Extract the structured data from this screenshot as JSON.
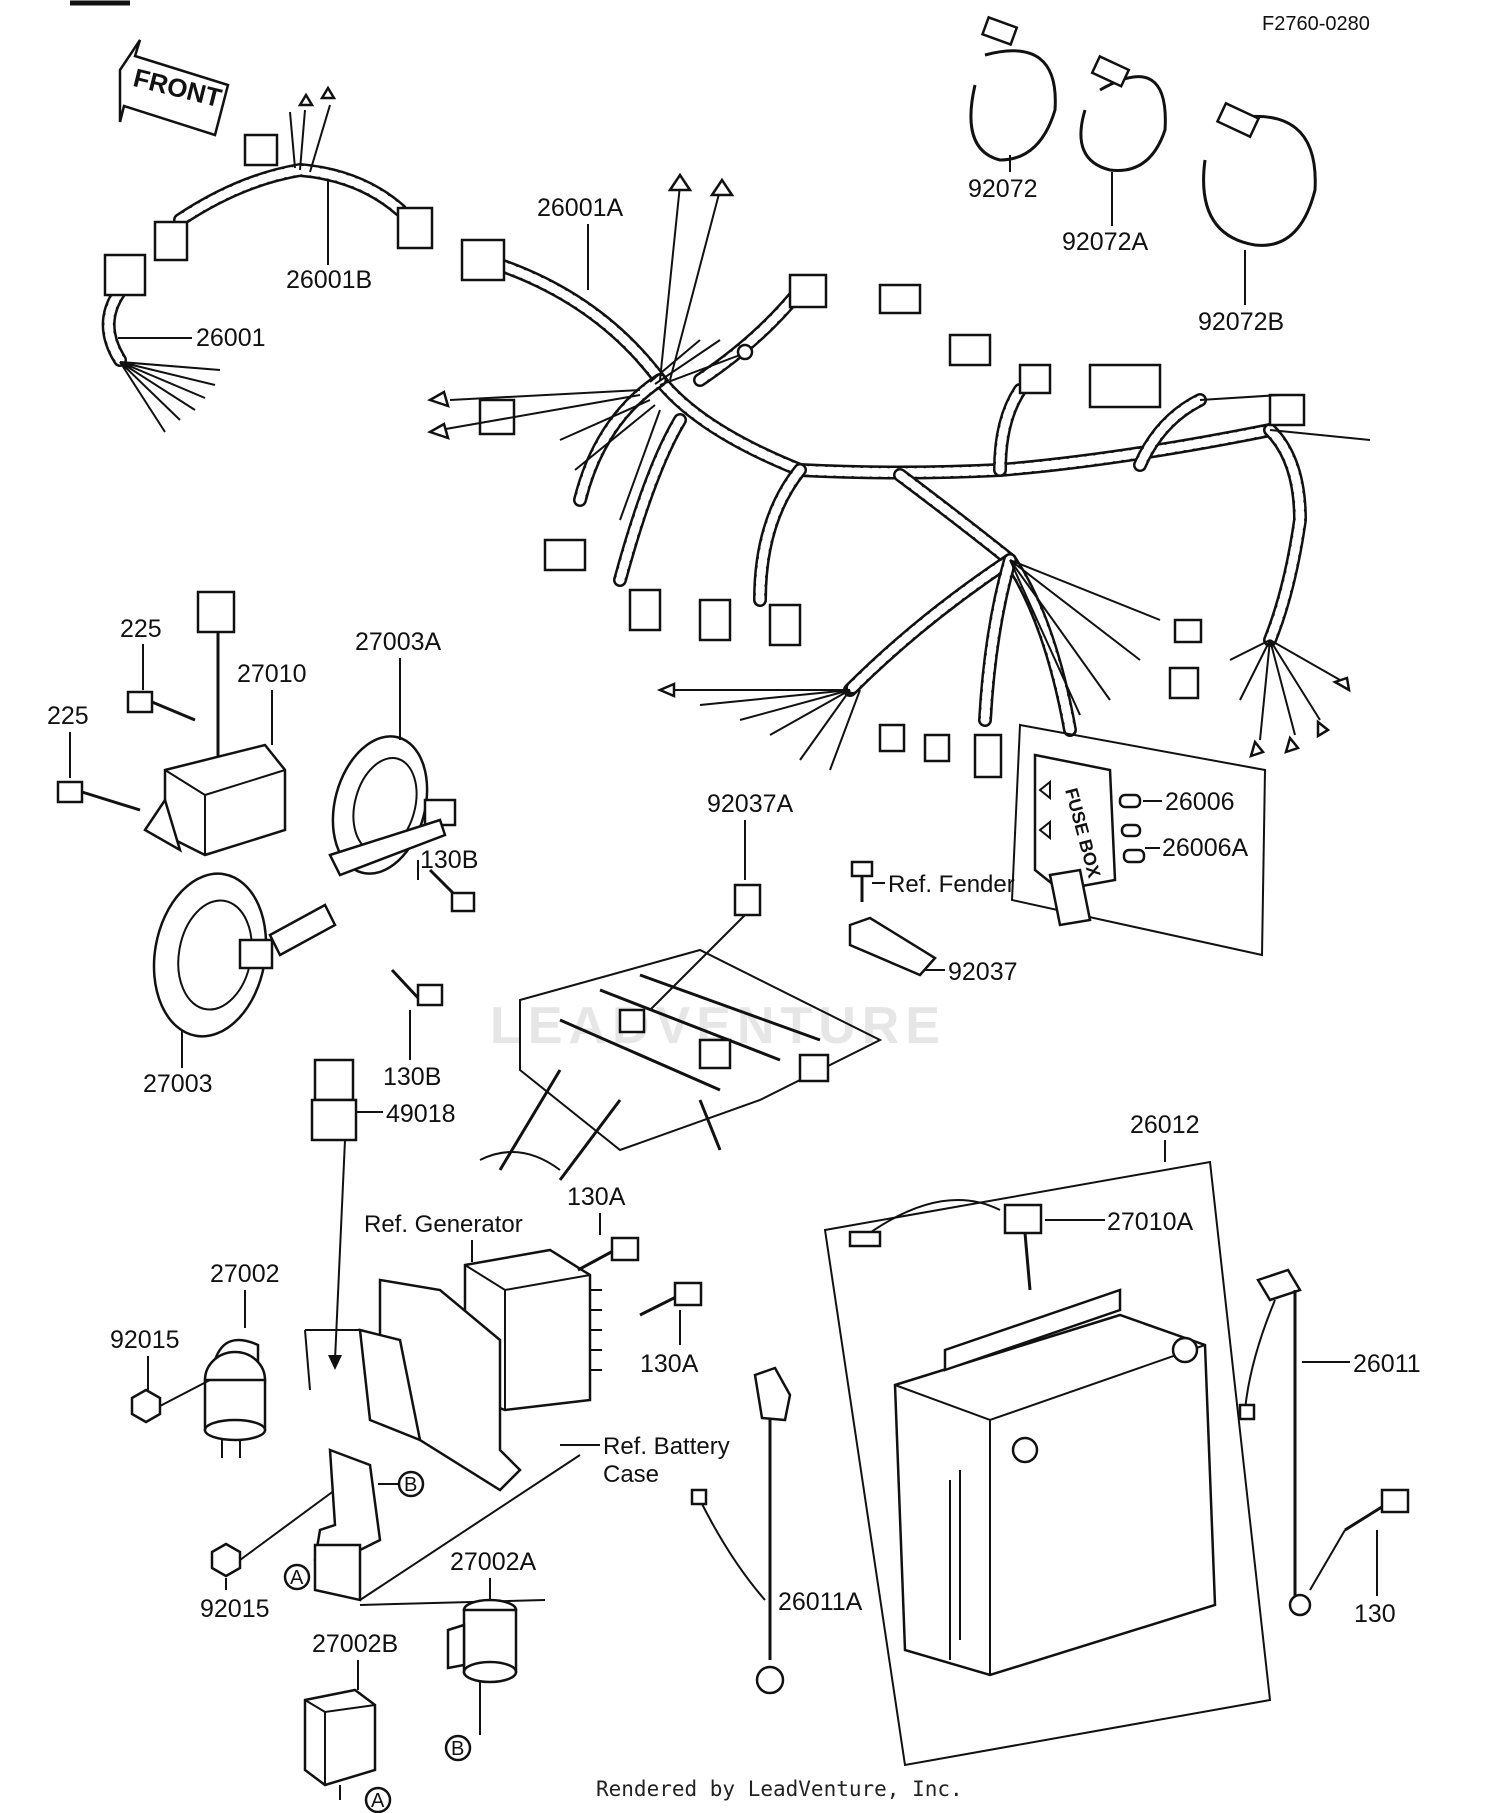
{
  "diagram": {
    "figure_code": "F2760-0280",
    "front_label": "FRONT",
    "footer": "Rendered by LeadVenture, Inc.",
    "watermark": "LEADVENTURE",
    "fuse_box_text": "FUSE BOX",
    "labels": {
      "p26001B": "26001B",
      "p26001": "26001",
      "p26001A": "26001A",
      "p92072": "92072",
      "p92072A": "92072A",
      "p92072B": "92072B",
      "p225a": "225",
      "p225b": "225",
      "p27010": "27010",
      "p27003A": "27003A",
      "p130Ba": "130B",
      "p130Bb": "130B",
      "p27003": "27003",
      "p92037A": "92037A",
      "p26006": "26006",
      "p26006A": "26006A",
      "pRefFender": "Ref. Fender",
      "p92037": "92037",
      "p49018": "49018",
      "p26012": "26012",
      "p130Aa": "130A",
      "p130Ab": "130A",
      "pRefGenerator": "Ref. Generator",
      "p27010A": "27010A",
      "p27002": "27002",
      "p92015a": "92015",
      "p92015b": "92015",
      "p26011": "26011",
      "pRefBattery1": "Ref. Battery",
      "pRefBattery2": "Case",
      "pB1": "B",
      "pA1": "A",
      "p27002A": "27002A",
      "p26011A": "26011A",
      "p130": "130",
      "p27002B": "27002B",
      "pB2": "B",
      "pA2": "A"
    }
  }
}
